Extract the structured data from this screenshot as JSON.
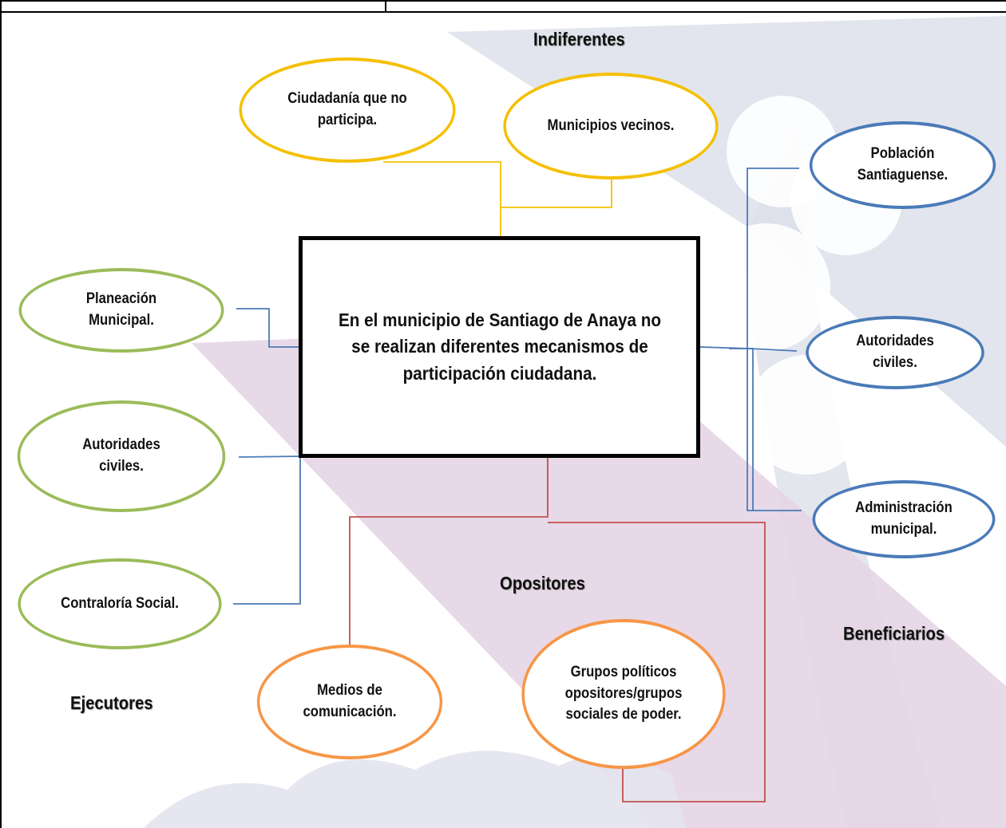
{
  "center": {
    "text": "En el municipio de Santiago de Anaya no se realizan diferentes mecanismos de participación ciudadana."
  },
  "groups": {
    "indiferentes": {
      "label": "Indiferentes",
      "color": "#f5c000",
      "items": [
        "Ciudadanía que no participa.",
        "Municipios vecinos."
      ]
    },
    "ejecutores": {
      "label": "Ejecutores",
      "color": "#9bbb59",
      "items": [
        "Planeación Municipal.",
        "Autoridades civiles.",
        "Contraloría Social."
      ]
    },
    "beneficiarios": {
      "label": "Beneficiarios",
      "color": "#4a7ab8",
      "items": [
        "Población Santiaguense.",
        "Autoridades civiles.",
        "Administración municipal."
      ]
    },
    "opositores": {
      "label": "Opositores",
      "color": "#f79646",
      "items": [
        "Medios de comunicación.",
        "Grupos políticos opositores/grupos sociales de poder."
      ]
    }
  },
  "colors": {
    "connector_yellow": "#f5c000",
    "connector_blue": "#4a7ab8",
    "connector_red": "#c0504d",
    "watermark_gray": "#dde0ea",
    "watermark_purple": "#e6d5e6"
  }
}
